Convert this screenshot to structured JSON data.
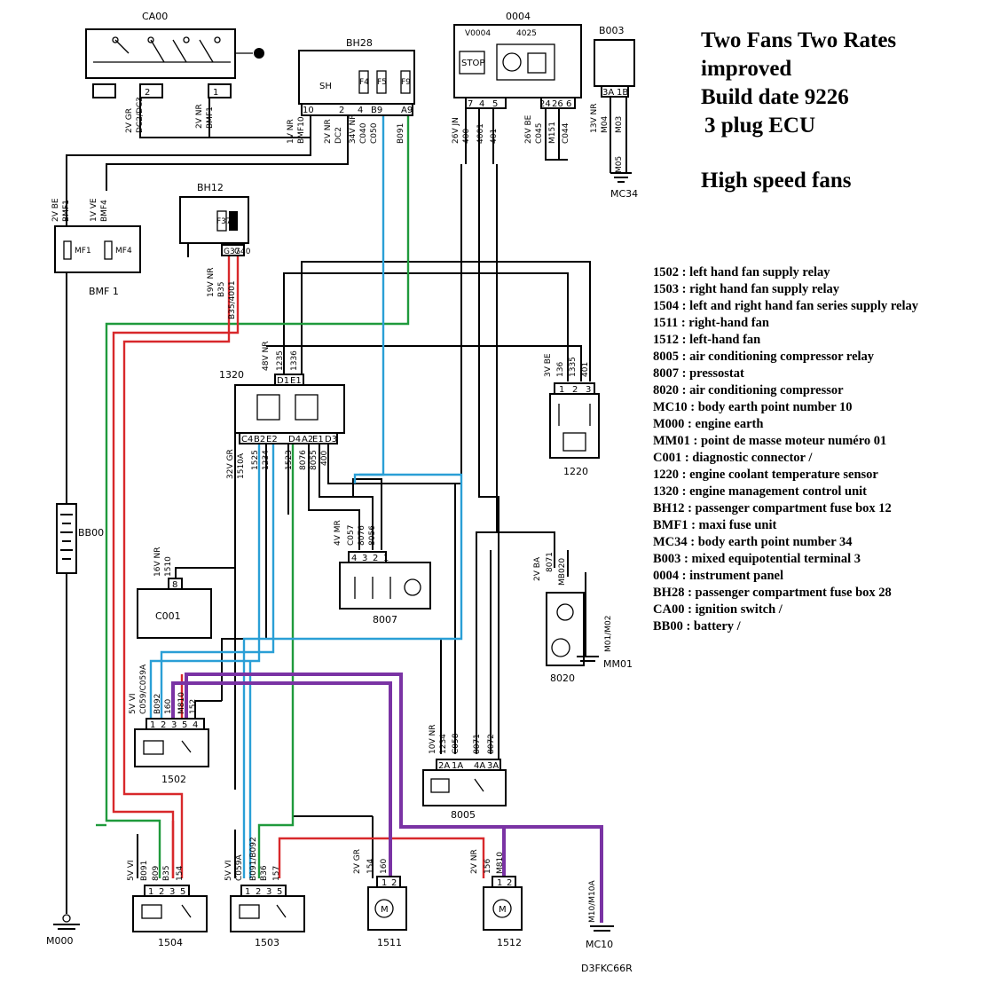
{
  "title": {
    "line1": "Two Fans Two Rates",
    "line2": "improved",
    "line3": "Build date 9226",
    "line4": "3 plug ECU",
    "subtitle": "High speed fans"
  },
  "legend": [
    "1502 : left hand fan supply relay",
    "1503 : right hand fan supply relay",
    "1504 : left and right hand fan series supply relay",
    "1511 : right-hand fan",
    "1512 : left-hand fan",
    "8005 : air conditioning compressor relay",
    "8007 : pressostat",
    "8020 : air conditioning compressor",
    "MC10 : body earth point number 10",
    "M000 : engine earth",
    "MM01 : point de masse moteur numéro 01",
    "C001 : diagnostic connector /",
    "1220 : engine coolant temperature sensor",
    "1320 : engine management control unit",
    "BH12 : passenger compartment fuse box 12",
    "BMF1 : maxi fuse unit",
    "MC34 : body earth point number 34",
    "B003 : mixed equipotential terminal 3",
    "0004 : instrument panel",
    "BH28 : passenger compartment fuse box 28",
    "CA00 : ignition switch /",
    "BB00 : battery /"
  ],
  "components": {
    "ca00": "CA00",
    "bh28": "BH28",
    "c0004": "0004",
    "b003": "B003",
    "bh12": "BH12",
    "bmf1": "BMF 1",
    "bb00": "BB00",
    "c1320": "1320",
    "c1220": "1220",
    "c8007": "8007",
    "c8020": "8020",
    "c001": "C001",
    "c1502": "1502",
    "c8005": "8005",
    "c1504": "1504",
    "c1503": "1503",
    "c1511": "1511",
    "c1512": "1512",
    "m000": "M000",
    "mc10": "MC10",
    "mc34": "MC34",
    "mm01": "MM01",
    "ref": "D3FKC66R"
  },
  "inner_labels": {
    "stop": "STOP",
    "v0004": "V0004",
    "n4025": "4025",
    "sh": "SH",
    "f4": "F4",
    "f5": "F5",
    "f9": "F9",
    "f37": "F37",
    "f30": "F30",
    "mf1": "MF1",
    "mf4": "MF4",
    "motor": "M"
  },
  "pins": {
    "ca00_2": "2",
    "ca00_1": "1",
    "bh28_10": "10",
    "bh28_2": "2",
    "bh28_4": "4",
    "bh28_b9": "B9",
    "bh28_a9": "A9",
    "c0004_7": "7",
    "c0004_4": "4",
    "c0004_5": "5",
    "c0004_24": "24",
    "c0004_26": "26",
    "c0004_6": "6",
    "b003_3a": "3A",
    "b003_1b": "1B",
    "bh12_g37": "G37",
    "bh12_g40": "G40",
    "e1320_d1": "D1",
    "e1320_e1": "E1",
    "e1320_c4": "C4",
    "e1320_b2": "B2",
    "e1320_e2": "E2",
    "e1320_d4": "D4",
    "e1320_a2": "A2",
    "e1320_e1b": "E1",
    "e1320_d3": "D3",
    "c1220_1": "1",
    "c1220_2": "2",
    "c1220_3": "3",
    "c8007_4": "4",
    "c8007_3": "3",
    "c8007_2": "2",
    "c8007_1": "1",
    "c001_8": "8",
    "c1502_1": "1",
    "c1502_2": "2",
    "c1502_3": "3",
    "c1502_5": "5",
    "c1502_4": "4",
    "c8005_2a": "2A",
    "c8005_1a": "1A",
    "c8005_4a": "4A",
    "c8005_3a": "3A",
    "c1504_1": "1",
    "c1504_2": "2",
    "c1504_3": "3",
    "c1504_5": "5",
    "c1503_1": "1",
    "c1503_2": "2",
    "c1503_3": "3",
    "c1503_5": "5",
    "c1511_1": "1",
    "c1511_2": "2",
    "c1512_1": "1",
    "c1512_2": "2"
  },
  "wires": {
    "ca_gr": "2V GR",
    "ca_dc2": "DC2/DC3",
    "ca_nr": "2V NR",
    "ca_bmf1": "BMF1",
    "bh28_1vnr": "1V NR",
    "bh28_bmf10": "BMF10",
    "bh28_2vnr": "2V NR",
    "bh28_dc2": "DC2",
    "bh28_34vnr": "34V NR",
    "bh28_c040": "C040",
    "bh28_c050": "C050",
    "bh28_b091": "B091",
    "i_26vjn": "26V JN",
    "i_400": "400",
    "i_4001": "4001",
    "i_401": "401",
    "i_26vbe": "26V BE",
    "i_c045": "C045",
    "i_m151": "M151",
    "i_c044": "C044",
    "b_13vnr": "13V NR",
    "b_m04": "M04",
    "b_m03": "M03",
    "b_m05": "M05",
    "bmf_2vbe": "2V BE",
    "bmf_bmf1": "BMF1",
    "bmf_1vve": "1V VE",
    "bmf_bmf4": "BMF4",
    "bh12_19vnr": "19V NR",
    "bh12_b35": "B35",
    "bh12_b354001": "B35/4001",
    "e_48vnr": "48V NR",
    "e_1235": "1235",
    "e_1336": "1336",
    "e_32vgr": "32V GR",
    "e_1510a": "1510A",
    "e_1525": "1525",
    "e_1234": "1234",
    "e_1523": "1523",
    "e_8076": "8076",
    "e_8055": "8055",
    "e_400": "400",
    "t_3vbe": "3V BE",
    "t_136": "136",
    "t_1335": "1335",
    "t_401": "401",
    "p_4vmr": "4V MR",
    "p_c057": "C057",
    "p_8076": "8076",
    "p_8056": "8056",
    "c_2vba": "2V BA",
    "c_8071": "8071",
    "c_mb020": "MB020",
    "c_m01m02": "M01/M02",
    "d_16vnr": "16V NR",
    "d_1510": "1510",
    "r2_5vvi": "5V VI",
    "r2_c059": "C059/C059A",
    "r2_b092": "B092",
    "r2_160": "160",
    "r2_m810": "M810",
    "r2_152": "152",
    "a_10vnr": "10V NR",
    "a_1234": "1234",
    "a_c058": "C058",
    "a_8071": "8071",
    "a_8072": "8072",
    "r4_5vvi": "5V VI",
    "r4_b091": "B091",
    "r4_809": "809",
    "r4_b35": "B35",
    "r4_154": "154",
    "r3_5vvi": "5V VI",
    "r3_c059a": "C059A",
    "r3_b091": "B091/B092",
    "r3_b36": "B36",
    "r3_157": "157",
    "f1_2vgr": "2V GR",
    "f1_154": "154",
    "f1_160": "160",
    "f2_2vnr": "2V NR",
    "f2_156": "156",
    "f2_m810": "M810",
    "mc10_m10": "M10/M10A"
  },
  "colors": {
    "green": "#1f9a3c",
    "red": "#d8282b",
    "blue": "#2a9fd6",
    "purple": "#7a33a4",
    "black": "#000000"
  }
}
